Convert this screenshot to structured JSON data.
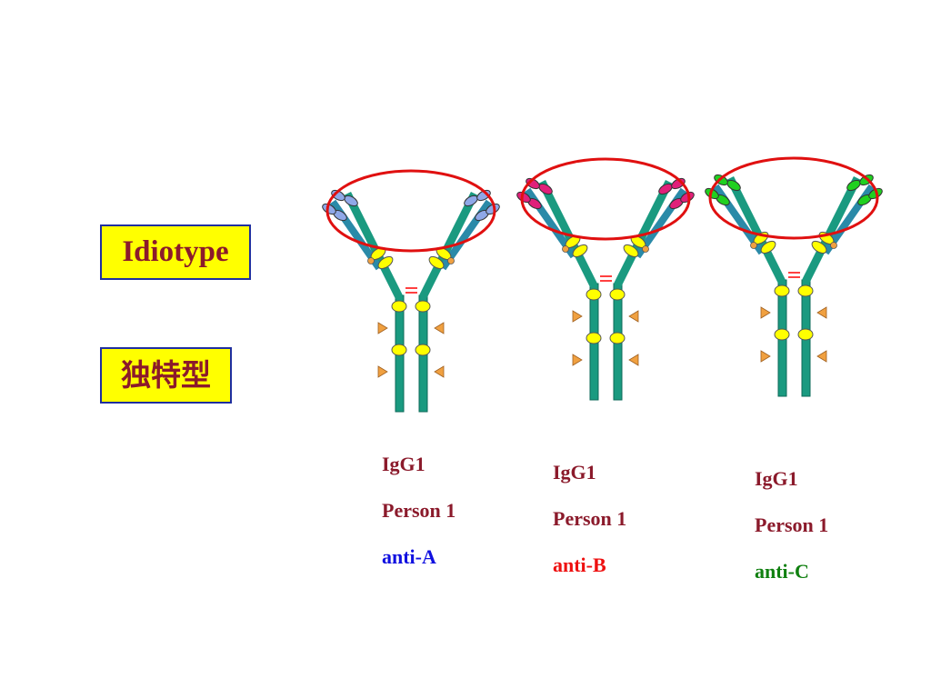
{
  "labels": {
    "english": "Idiotype",
    "chinese": "独特型"
  },
  "antibodies": [
    {
      "isotype": "IgG1",
      "person": "Person 1",
      "specificity": "anti-A",
      "specificity_color": "#1010e0",
      "idiotype_color": "#8fa8e8"
    },
    {
      "isotype": "IgG1",
      "person": "Person 1",
      "specificity": "anti-B",
      "specificity_color": "#ee1010",
      "idiotype_color": "#e0207a"
    },
    {
      "isotype": "IgG1",
      "person": "Person 1",
      "specificity": "anti-C",
      "specificity_color": "#108010",
      "idiotype_color": "#20d020"
    }
  ],
  "colors": {
    "heavy_chain": "#1a9a80",
    "light_chain": "#2a8aa8",
    "domain_oval": "#ffff00",
    "carbohydrate": "#f0a040",
    "disulfide": "#ff4040",
    "idiotype_ring": "#e01010",
    "text_primary": "#8b1a2b"
  }
}
